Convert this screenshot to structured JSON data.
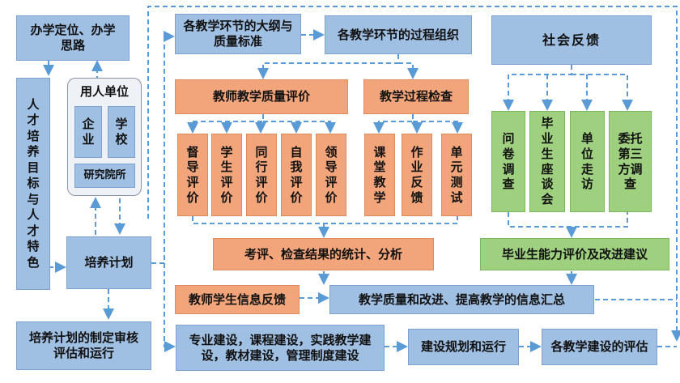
{
  "nodes": {
    "school_position": "办学定位、办学思路",
    "talent_goals": "人才培养目标与人才特色",
    "employer_title": "用人单位",
    "enterprise": "企业",
    "school": "学校",
    "research_institute": "研究院所",
    "training_plan": "培养计划",
    "plan_review": "培养计划的制定审核评估和运行",
    "syllabus": "各教学环节的大纲与质量标准",
    "process_org": "各教学环节的过程组织",
    "teacher_eval": "教师教学质量评价",
    "process_check": "教学过程检查",
    "supervisor_eval": "督导评价",
    "student_eval": "学生评价",
    "peer_eval": "同行评价",
    "self_eval": "自我评价",
    "leader_eval": "领导评价",
    "classroom_teaching": "课堂教学",
    "homework_feedback": "作业反馈",
    "unit_test": "单元测试",
    "social_feedback": "社会反馈",
    "questionnaire": "问卷调查",
    "graduate_forum": "毕业生座谈会",
    "employer_visit": "单位走访",
    "third_party_survey": "委托第三方调查",
    "stats_analysis": "考评、检查结果的统计、分析",
    "graduate_ability": "毕业生能力评价及改进建议",
    "info_feedback": "教师学生信息反馈",
    "info_summary": "教学质量和改进、提高教学的信息汇总",
    "construction": "专业建设，课程建设，实践教学建设，教材建设，管理制度建设",
    "construction_plan": "建设规划和运行",
    "construction_eval": "各教学建设的评估"
  },
  "colors": {
    "blue_box": "#9fbfe3",
    "orange_box": "#f2a57a",
    "green_box": "#9fd07f",
    "connector": "#5b9bd5"
  }
}
